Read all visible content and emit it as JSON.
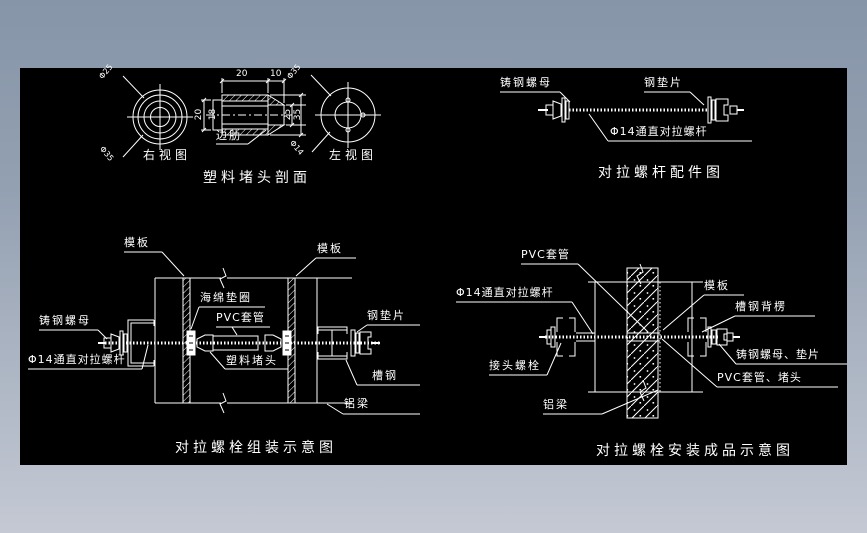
{
  "colors": {
    "canvas_bg": "#000000",
    "line": "#ffffff",
    "frame_top": "#8795a9",
    "frame_bottom": "#c4c9d4"
  },
  "plug_section": {
    "title": "塑料堵头剖面",
    "right_view_label": "右视图",
    "left_view_label": "左视图",
    "rib_label": "边肋",
    "dim_top_body": "20",
    "dim_top_taper": "10",
    "dim_right_inner": "25",
    "dim_right_outer": "35",
    "dim_left_outer": "20",
    "dim_left_inner": "18",
    "rv_dim_top": "Φ25",
    "rv_dim_bottom": "Φ35",
    "lv_dim_top": "Φ35",
    "lv_dim_bottom": "Φ14"
  },
  "rod_parts": {
    "title": "对拉螺杆配件图",
    "nut_label": "铸钢螺母",
    "washer_label": "钢垫片",
    "rod_label": "Φ14通直对拉螺杆"
  },
  "assembly": {
    "title": "对拉螺栓组装示意图",
    "formwork_left_label": "模板",
    "formwork_right_label": "模板",
    "sponge_label": "海绵垫圈",
    "pvc_label": "PVC套管",
    "plug_label": "塑料堵头",
    "nut_label": "铸钢螺母",
    "rod_label": "Φ14通直对拉螺杆",
    "washer_label": "钢垫片",
    "channel_label": "槽钢",
    "beam_label": "铝梁"
  },
  "installed": {
    "title": "对拉螺栓安装成品示意图",
    "pvc_label": "PVC套管",
    "rod_label": "Φ14通直对拉螺杆",
    "joint_bolt_label": "接头螺栓",
    "beam_label": "铝梁",
    "formwork_label": "模板",
    "waler_label": "槽钢背楞",
    "nut_washer_label": "铸钢螺母、垫片",
    "pvc_plug_label": "PVC套管、堵头"
  }
}
